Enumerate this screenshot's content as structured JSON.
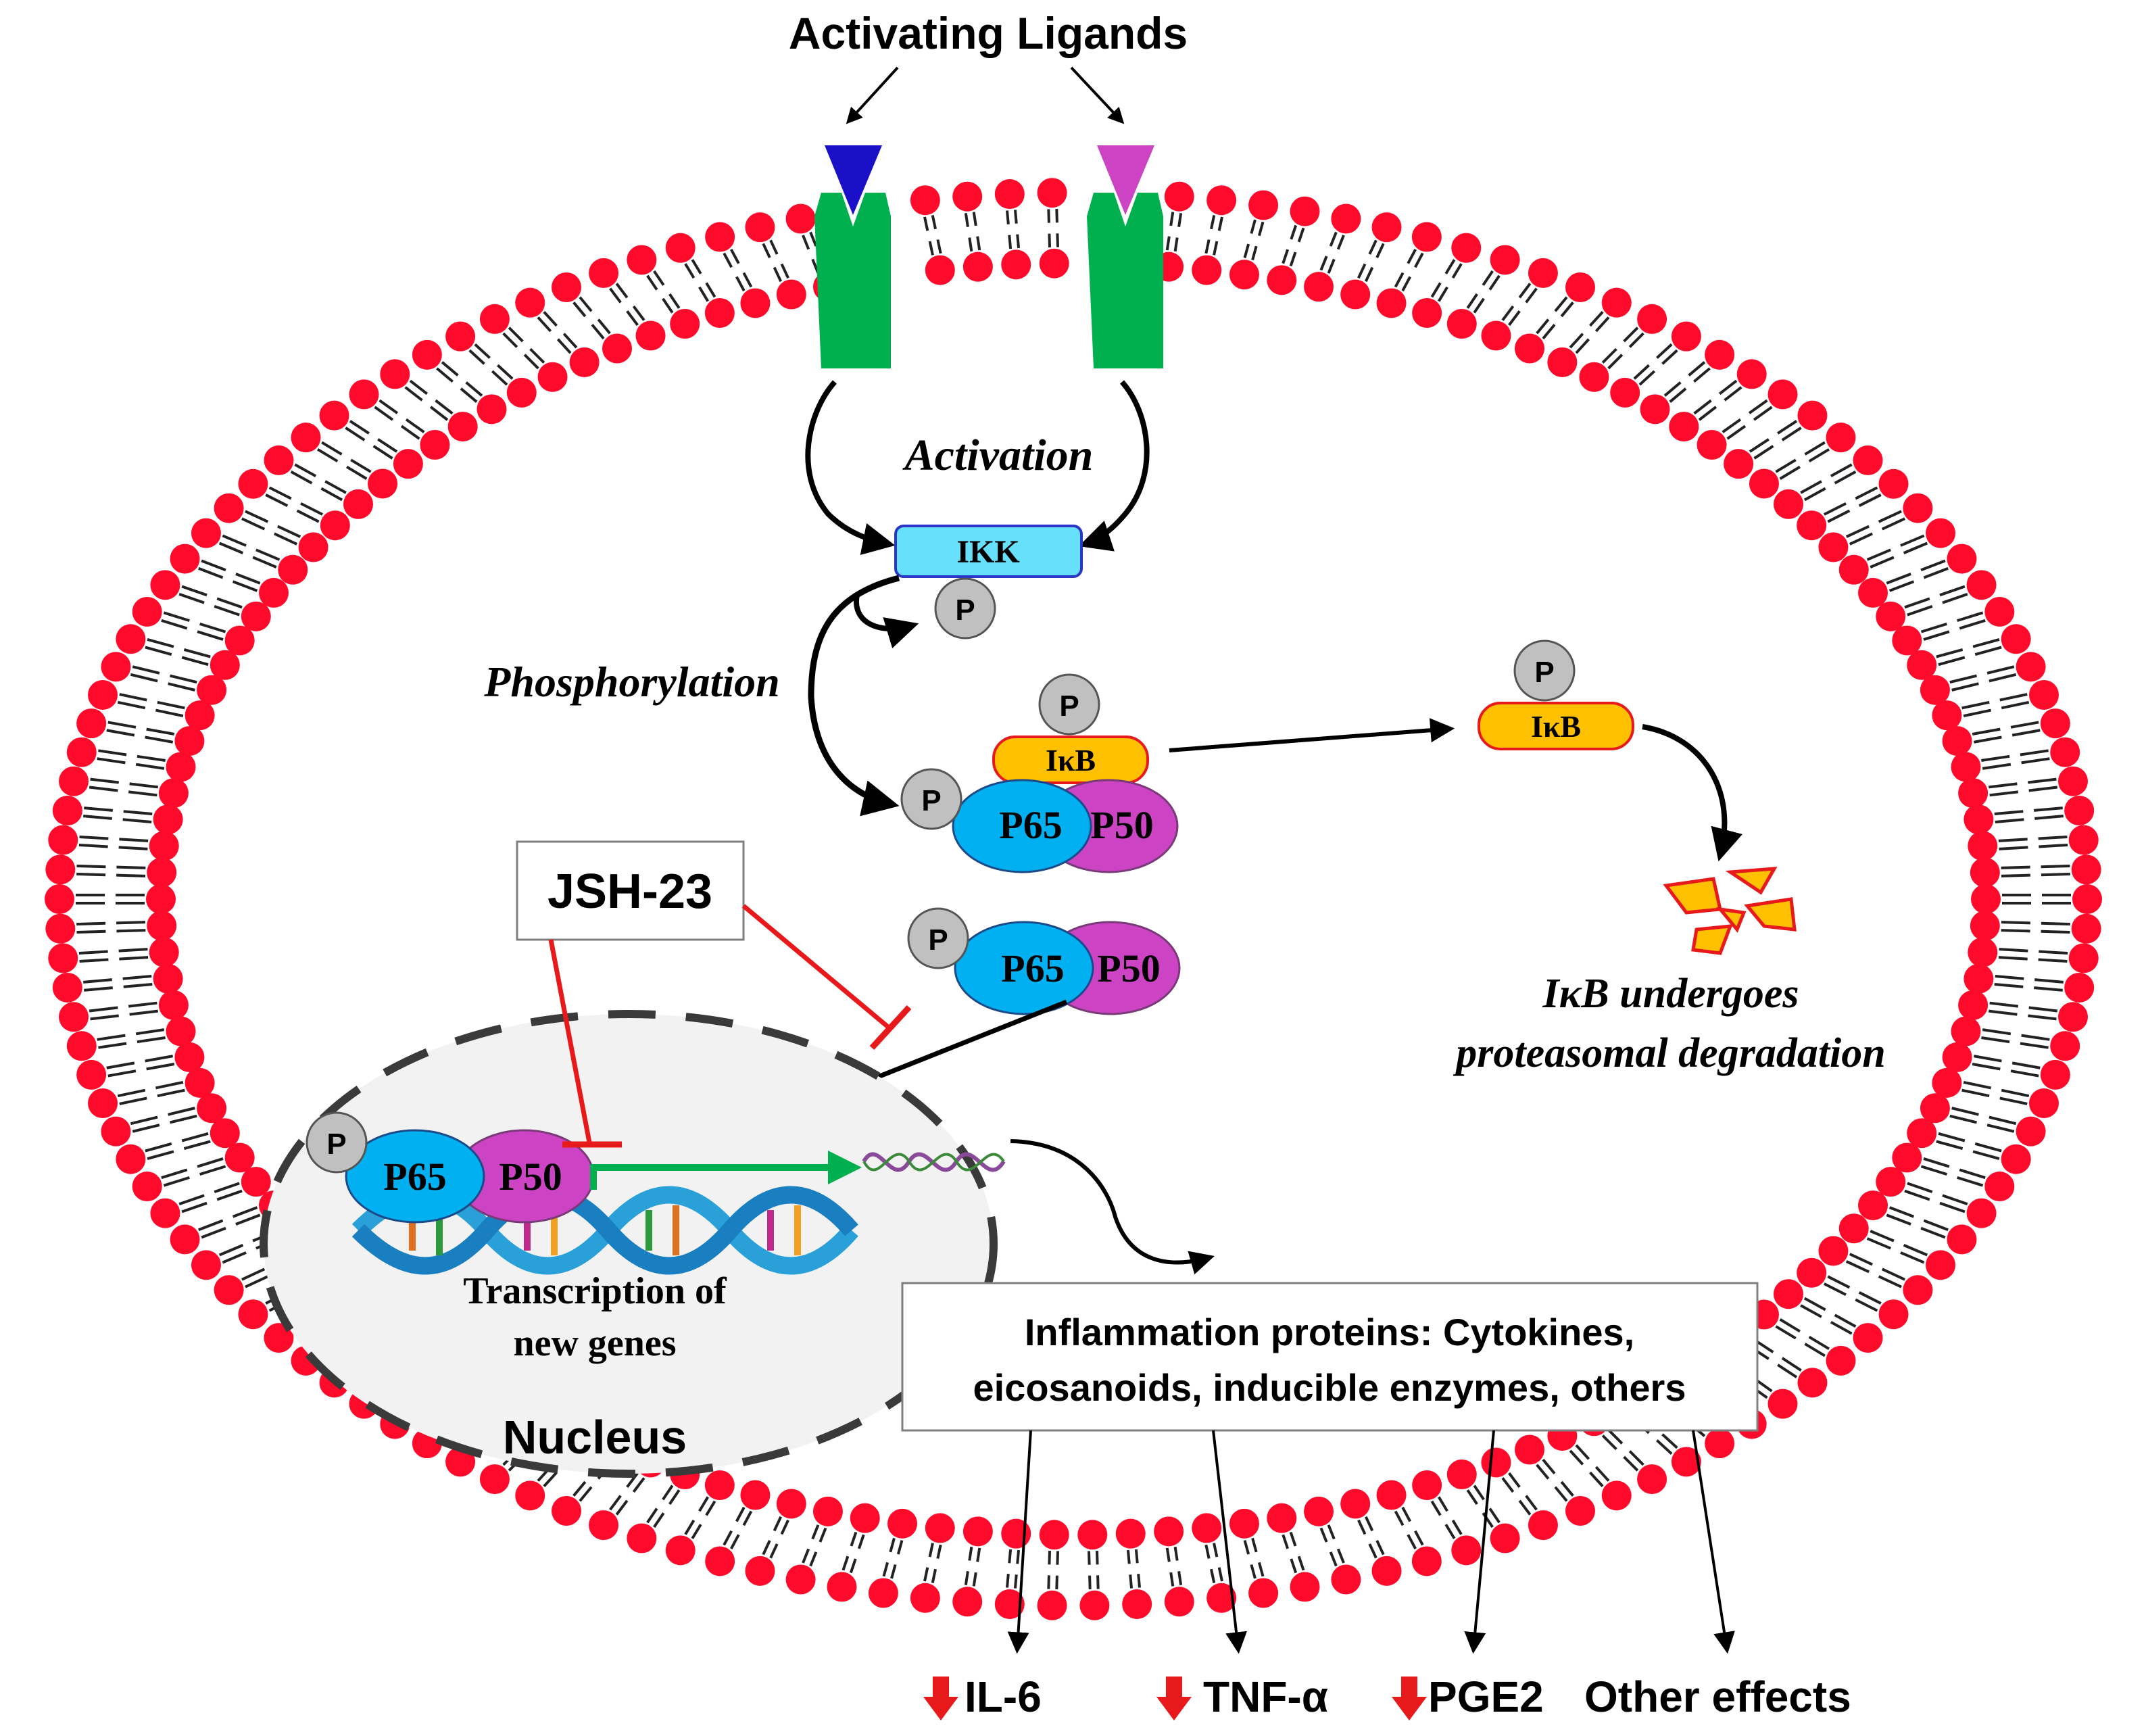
{
  "labels": {
    "activating_ligands": "Activating Ligands",
    "activation": "Activation",
    "ikk": "IKK",
    "phosphate": "P",
    "phosphorylation": "Phosphorylation",
    "ikb": "IκB",
    "p65": "P65",
    "p50": "P50",
    "inhibitor": "JSH-23",
    "degradation_line1": "IκB undergoes",
    "degradation_line2": "proteasomal degradation",
    "transcription_line1": "Transcription of",
    "transcription_line2": "new genes",
    "nucleus": "Nucleus",
    "inflammation_line1": "Inflammation proteins: Cytokines,",
    "inflammation_line2": "eicosanoids, inducible enzymes, others"
  },
  "effects": [
    {
      "label": "IL-6",
      "direction": "down"
    },
    {
      "label": "TNF-α",
      "direction": "down"
    },
    {
      "label": "PGE2",
      "direction": "down"
    },
    {
      "label": "Other effects",
      "direction": "none"
    }
  ],
  "colors": {
    "lipid_head": "#ff0a2a",
    "receptor": "#00b04f",
    "ligand_left": "#1a10c8",
    "ligand_right": "#cc44c4",
    "ikk_fill": "#66e0fb",
    "ikb_fill": "#ffc000",
    "p65_fill": "#00b0f0",
    "p50_fill": "#cc44c4",
    "phosphate_fill": "#c0c0c0",
    "inhibition": "#e8191a",
    "transcription_arrow": "#00b050",
    "nucleus_fill": "#f2f2f2",
    "down_arrow": "#e8191a"
  }
}
